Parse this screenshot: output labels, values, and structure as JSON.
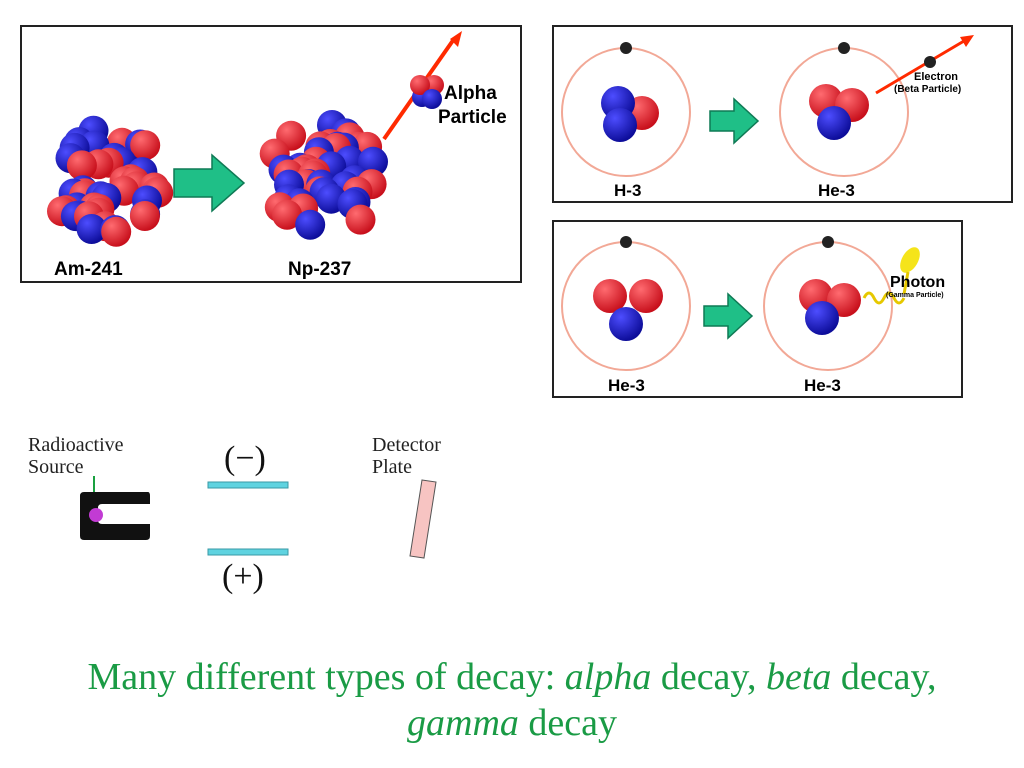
{
  "alpha_panel": {
    "parent_label": "Am-241",
    "daughter_label": "Np-237",
    "particle_label_line1": "Alpha",
    "particle_label_line2": "Particle"
  },
  "beta_panel": {
    "parent_label": "H-3",
    "daughter_label": "He-3",
    "particle_label_line1": "Electron",
    "particle_label_line2": "(Beta Particle)"
  },
  "gamma_panel": {
    "parent_label": "He-3",
    "daughter_label": "He-3",
    "particle_label_line1": "Photon",
    "particle_label_line2": "(Gamma Particle)"
  },
  "apparatus": {
    "source_line1": "Radioactive",
    "source_line2": "Source",
    "negative_plate": "(−)",
    "positive_plate": "(+)",
    "detector_line1": "Detector",
    "detector_line2": "Plate"
  },
  "caption": {
    "prefix": "Many different types of decay: ",
    "alpha": "alpha",
    "mid1": " decay, ",
    "beta": "beta",
    "mid2": " decay,",
    "gamma": "gamma",
    "suffix": " decay"
  },
  "colors": {
    "proton": "#e8202f",
    "neutron": "#1a1acc",
    "arrow_fill": "#1fbf87",
    "orbit": "#f2a896",
    "particle_trail": "#ff2a00",
    "photon": "#f5e41a",
    "plate": "#5fd3e0",
    "detector": "#f7c4c2",
    "caption": "#1a9b45"
  }
}
